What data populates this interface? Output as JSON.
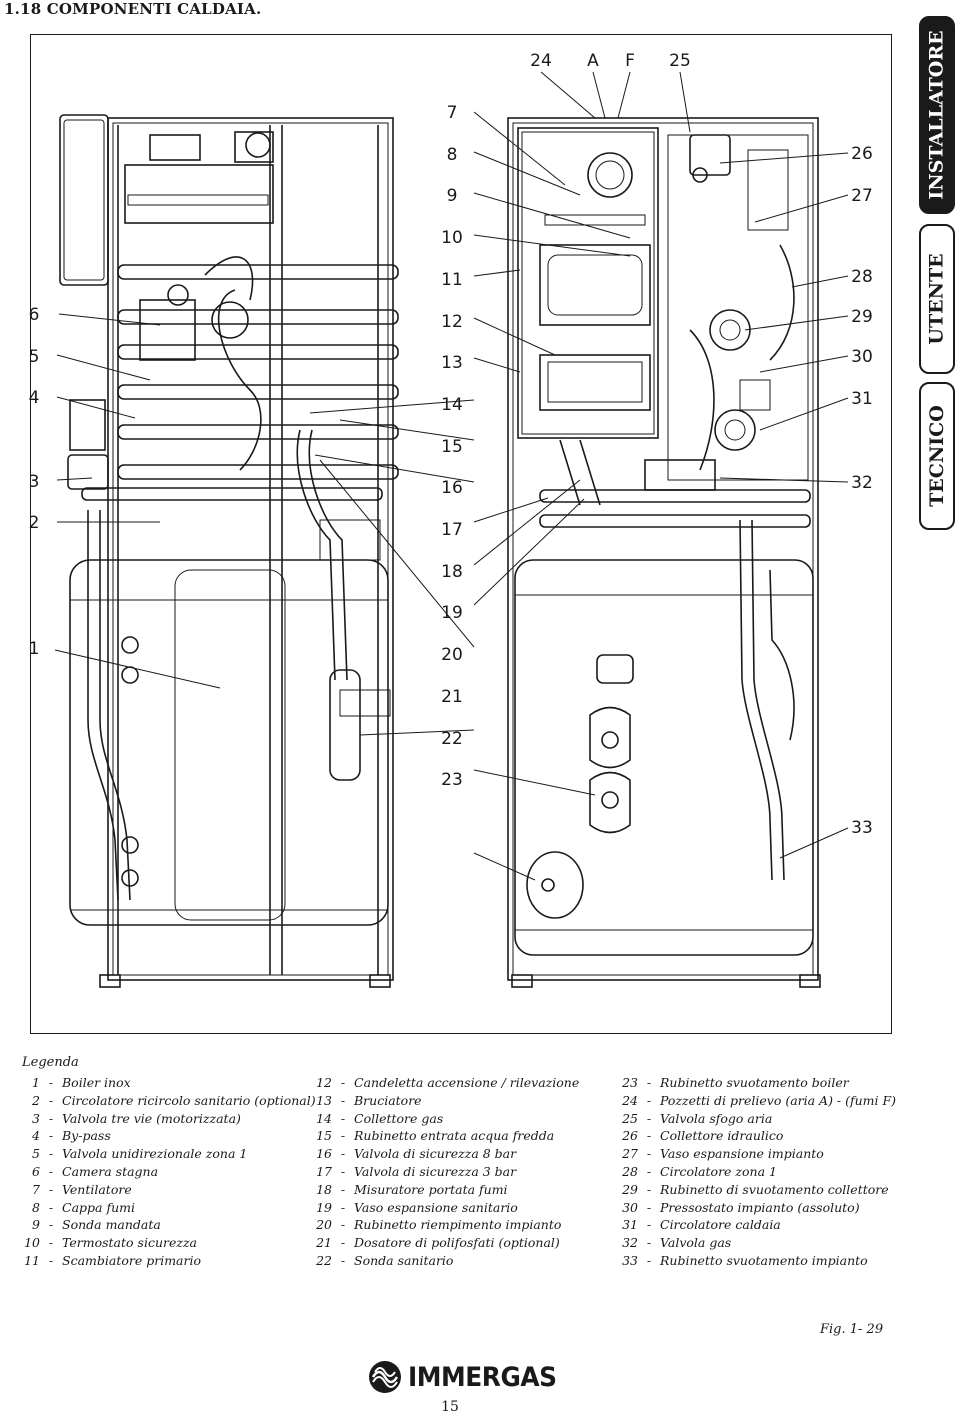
{
  "page": {
    "heading": "1.18 COMPONENTI CALDAIA.",
    "number": "15"
  },
  "side_tabs": [
    {
      "label": "INSTALLATORE",
      "active": true
    },
    {
      "label": "UTENTE",
      "active": false
    },
    {
      "label": "TECNICO",
      "active": false
    }
  ],
  "diagram": {
    "callouts_left": [
      "6",
      "5",
      "4",
      "3",
      "2",
      "1"
    ],
    "callouts_center": [
      "7",
      "8",
      "9",
      "10",
      "11",
      "12",
      "13",
      "14",
      "15",
      "16",
      "17",
      "18",
      "19",
      "20",
      "21",
      "22",
      "23"
    ],
    "callouts_top": [
      "24",
      "A",
      "F",
      "25"
    ],
    "callouts_right": [
      "26",
      "27",
      "28",
      "29",
      "30",
      "31",
      "32",
      "33"
    ]
  },
  "legend": {
    "title": "Legenda",
    "separator": "-",
    "columns": [
      [
        {
          "num": "1",
          "text": "Boiler inox"
        },
        {
          "num": "2",
          "text": "Circolatore ricircolo sanitario (optional)"
        },
        {
          "num": "3",
          "text": "Valvola tre vie (motorizzata)"
        },
        {
          "num": "4",
          "text": "By-pass"
        },
        {
          "num": "5",
          "text": "Valvola unidirezionale zona 1"
        },
        {
          "num": "6",
          "text": "Camera stagna"
        },
        {
          "num": "7",
          "text": "Ventilatore"
        },
        {
          "num": "8",
          "text": "Cappa fumi"
        },
        {
          "num": "9",
          "text": "Sonda mandata"
        },
        {
          "num": "10",
          "text": "Termostato sicurezza"
        },
        {
          "num": "11",
          "text": "Scambiatore primario"
        }
      ],
      [
        {
          "num": "12",
          "text": "Candeletta accensione / rilevazione"
        },
        {
          "num": "13",
          "text": "Bruciatore"
        },
        {
          "num": "14",
          "text": "Collettore gas"
        },
        {
          "num": "15",
          "text": "Rubinetto entrata acqua fredda"
        },
        {
          "num": "16",
          "text": "Valvola di sicurezza 8 bar"
        },
        {
          "num": "17",
          "text": "Valvola di sicurezza 3 bar"
        },
        {
          "num": "18",
          "text": "Misuratore portata fumi"
        },
        {
          "num": "19",
          "text": "Vaso espansione sanitario"
        },
        {
          "num": "20",
          "text": "Rubinetto riempimento impianto"
        },
        {
          "num": "21",
          "text": "Dosatore di polifosfati (optional)"
        },
        {
          "num": "22",
          "text": "Sonda sanitario"
        }
      ],
      [
        {
          "num": "23",
          "text": "Rubinetto svuotamento boiler"
        },
        {
          "num": "24",
          "text": "Pozzetti di prelievo (aria A) - (fumi F)"
        },
        {
          "num": "25",
          "text": "Valvola sfogo aria"
        },
        {
          "num": "26",
          "text": "Collettore idraulico"
        },
        {
          "num": "27",
          "text": "Vaso espansione impianto"
        },
        {
          "num": "28",
          "text": "Circolatore zona 1"
        },
        {
          "num": "29",
          "text": "Rubinetto di svuotamento collettore"
        },
        {
          "num": "30",
          "text": "Pressostato impianto (assoluto)"
        },
        {
          "num": "31",
          "text": "Circolatore caldaia"
        },
        {
          "num": "32",
          "text": "Valvola gas"
        },
        {
          "num": "33",
          "text": "Rubinetto svuotamento impianto"
        }
      ]
    ]
  },
  "figure_label": "Fig. 1- 29",
  "brand": {
    "name": "IMMERGAS"
  }
}
